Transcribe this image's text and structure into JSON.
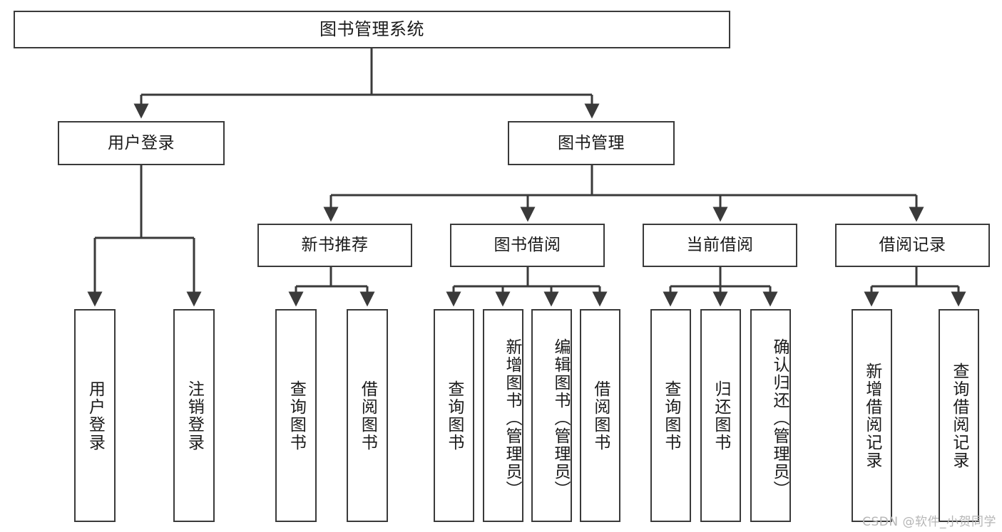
{
  "diagram": {
    "title": "图书管理系统",
    "type": "tree",
    "watermark": "CSDN @软件_小贺同学",
    "colors": {
      "stroke": "#3a3a3a",
      "fill": "#ffffff",
      "text": "#1a1a1a",
      "watermark": "#b6b6b6"
    },
    "nodes": {
      "root": {
        "label": "图书管理系统"
      },
      "level2": [
        {
          "id": "user-login",
          "label": "用户登录"
        },
        {
          "id": "book-manage",
          "label": "图书管理"
        }
      ],
      "level3": [
        {
          "id": "new-book-recommend",
          "label": "新书推荐"
        },
        {
          "id": "book-borrow",
          "label": "图书借阅"
        },
        {
          "id": "current-borrow",
          "label": "当前借阅"
        },
        {
          "id": "borrow-record",
          "label": "借阅记录"
        }
      ],
      "leaves": {
        "user_login": [
          {
            "id": "leaf-user-login",
            "label": "用户登录"
          },
          {
            "id": "leaf-logout-login",
            "label": "注销登录"
          }
        ],
        "new_book_recommend": [
          {
            "id": "leaf-query-book-1",
            "label": "查询图书"
          },
          {
            "id": "leaf-borrow-book-1",
            "label": "借阅图书"
          }
        ],
        "book_borrow": [
          {
            "id": "leaf-query-book-2",
            "label": "查询图书"
          },
          {
            "id": "leaf-add-book",
            "label": "新增图书（管理员）"
          },
          {
            "id": "leaf-edit-book",
            "label": "编辑图书（管理员）"
          },
          {
            "id": "leaf-borrow-book-2",
            "label": "借阅图书"
          }
        ],
        "current_borrow": [
          {
            "id": "leaf-query-book-3",
            "label": "查询图书"
          },
          {
            "id": "leaf-return-book",
            "label": "归还图书"
          },
          {
            "id": "leaf-confirm-return",
            "label": "确认归还（管理员）"
          }
        ],
        "borrow_record": [
          {
            "id": "leaf-add-record",
            "label": "新增借阅记录"
          },
          {
            "id": "leaf-query-record",
            "label": "查询借阅记录"
          }
        ]
      }
    }
  }
}
